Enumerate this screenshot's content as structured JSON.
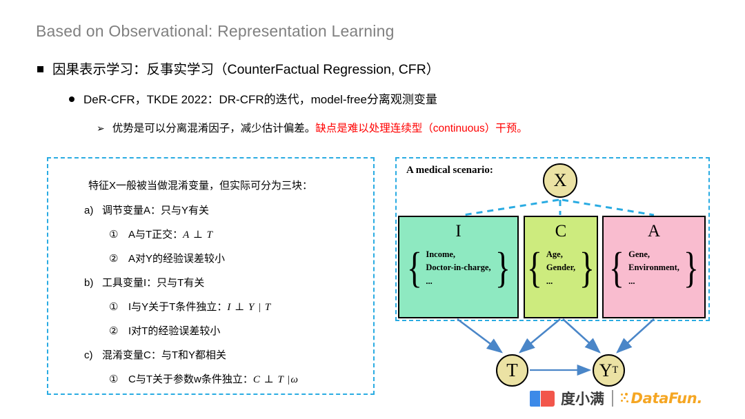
{
  "slide": {
    "title": "Based on Observational:  Representation Learning",
    "bullet_level1": "因果表示学习：反事实学习（CounterFactual Regression, CFR）",
    "bullet_level2": "DeR-CFR，TKDE 2022：DR-CFR的迭代，model-free分离观测变量",
    "bullet_level3_black": "优势是可以分离混淆因子，减少估计偏差。",
    "bullet_level3_red": "缺点是难以处理连续型（continuous）干预。",
    "marker_level3": "➢"
  },
  "left_panel": {
    "heading": "特征X一般被当做混淆变量，但实际可分为三块：",
    "items": [
      {
        "label": "a)",
        "text": "调节变量A：只与Y有关"
      },
      {
        "label": "①",
        "text": "A与T正交：",
        "math": "A ⊥ T",
        "indent": true
      },
      {
        "label": "②",
        "text": "A对Y的经验误差较小",
        "indent": true
      },
      {
        "label": "b)",
        "text": "工具变量I：只与T有关"
      },
      {
        "label": "①",
        "text": "I与Y关于T条件独立：",
        "math": "I ⊥ Y | T",
        "indent": true
      },
      {
        "label": "②",
        "text": "I对T的经验误差较小",
        "indent": true
      },
      {
        "label": "c)",
        "text": "混淆变量C：与T和Y都相关"
      },
      {
        "label": "①",
        "text": "C与T关于参数w条件独立：",
        "math": "C ⊥ T |ω",
        "indent": true
      }
    ]
  },
  "diagram": {
    "scenario_label": "A medical scenario:",
    "node_x": "X",
    "node_t": "T",
    "node_y": "Y",
    "node_y_sup": "T",
    "boxes": [
      {
        "letter": "I",
        "items": "Income,\nDoctor-in-charge,\n...",
        "color": "#8ee9c1"
      },
      {
        "letter": "C",
        "items": "Age,\nGender,\n...",
        "color": "#cdeb7e"
      },
      {
        "letter": "A",
        "items": "Gene,\nEnvironment,\n...",
        "color": "#f9bccf"
      }
    ],
    "brace_left": "{",
    "brace_right": "}",
    "edges": [
      {
        "from": "X",
        "to": "I",
        "style": "dashed"
      },
      {
        "from": "X",
        "to": "C",
        "style": "dashed"
      },
      {
        "from": "X",
        "to": "A",
        "style": "dashed"
      },
      {
        "from": "I",
        "to": "T",
        "style": "solid"
      },
      {
        "from": "C",
        "to": "T",
        "style": "solid"
      },
      {
        "from": "C",
        "to": "Y",
        "style": "solid"
      },
      {
        "from": "A",
        "to": "Y",
        "style": "solid"
      },
      {
        "from": "T",
        "to": "Y",
        "style": "solid"
      }
    ]
  },
  "footer": {
    "brand_cn": "度小满",
    "brand_en": "DataFun.",
    "divider": "|"
  },
  "colors": {
    "title_gray": "#808080",
    "accent_blue": "#29abe2",
    "arrow_blue": "#4a86c8",
    "red": "#ff0000",
    "node_fill": "#ebe2a4",
    "box_i": "#8ee9c1",
    "box_c": "#cdeb7e",
    "box_a": "#f9bccf",
    "logo_blue": "#3d8ae8",
    "logo_red": "#f2564b",
    "logo_orange": "#f5a623"
  }
}
